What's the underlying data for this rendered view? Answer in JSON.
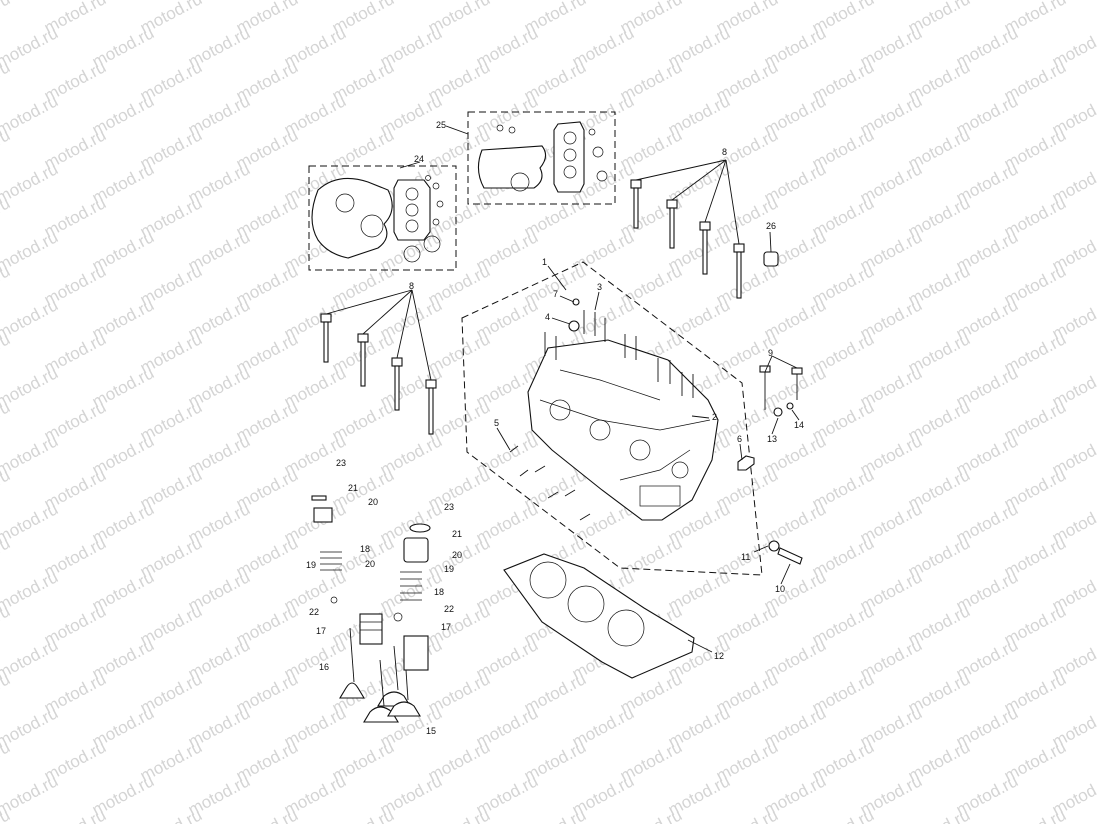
{
  "watermark": {
    "text": "motod.ru"
  },
  "callouts": {
    "c1": "1",
    "c2": "2",
    "c3": "3",
    "c4": "4",
    "c5": "5",
    "c6": "6",
    "c7": "7",
    "c8a": "8",
    "c8b": "8",
    "c9": "9",
    "c10": "10",
    "c11": "11",
    "c12": "12",
    "c13": "13",
    "c14": "14",
    "c15": "15",
    "c16": "16",
    "c17a": "17",
    "c17b": "17",
    "c18a": "18",
    "c18b": "18",
    "c19a": "19",
    "c19b": "19",
    "c20a": "20",
    "c20b": "20",
    "c20c": "20",
    "c21a": "21",
    "c21b": "21",
    "c22a": "22",
    "c22b": "22",
    "c23a": "23",
    "c23b": "23",
    "c24": "24",
    "c25": "25",
    "c26": "26"
  }
}
